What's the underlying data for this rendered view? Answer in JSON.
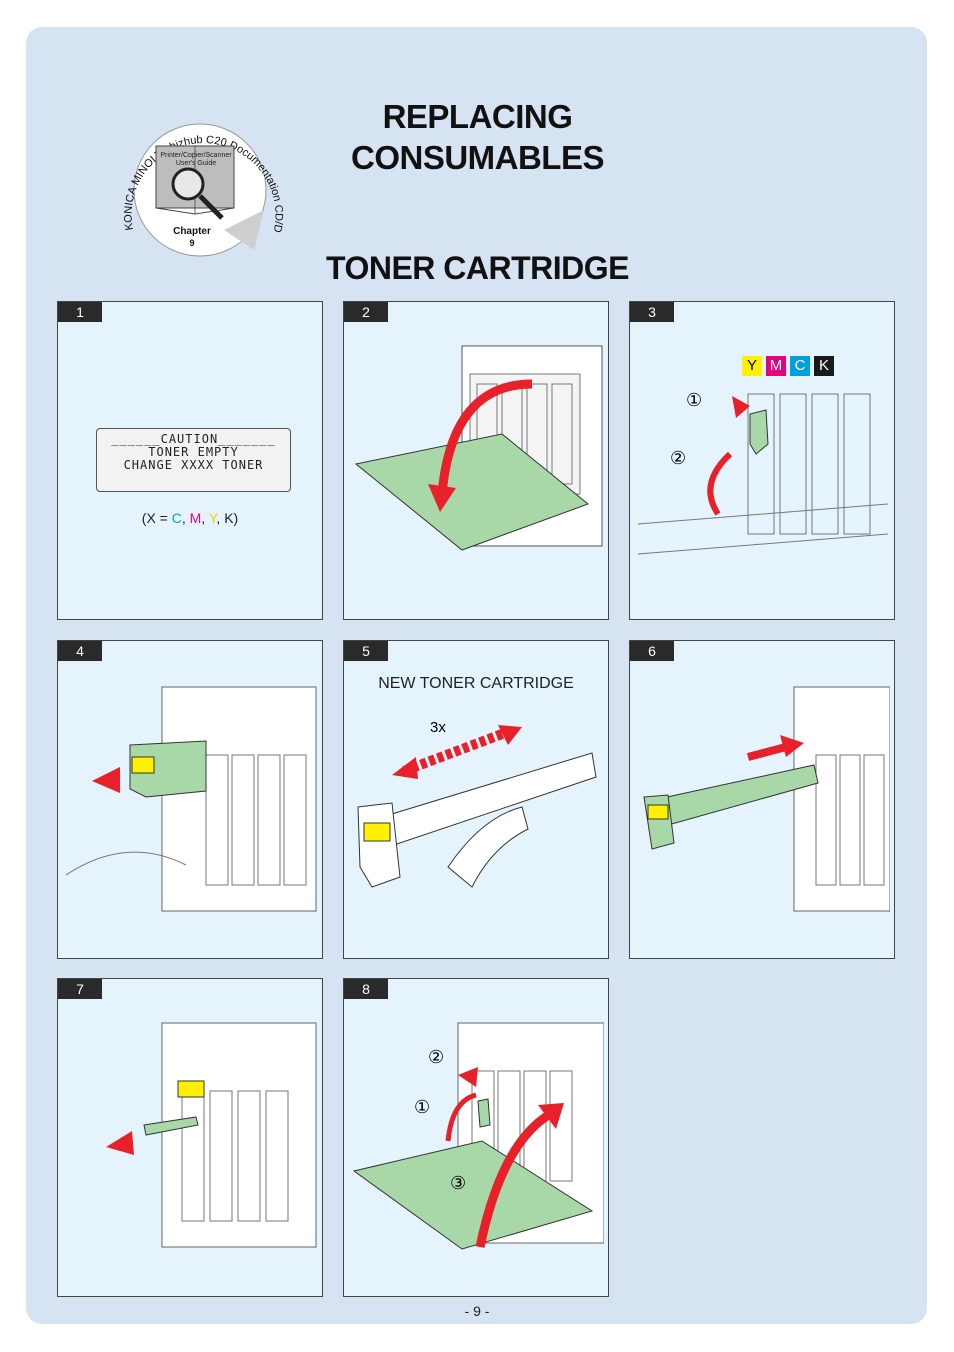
{
  "header": {
    "title_line1": "REPLACING",
    "title_line2": "CONSUMABLES",
    "section_title": "TONER CARTRIDGE"
  },
  "badge": {
    "ring_text": "KONICA MINOLTA bizhub C20 Documentation CD/DVD",
    "book_line1": "Printer/Copier/Scanner",
    "book_line2": "User's Guide",
    "chapter_label": "Chapter",
    "chapter_number": "9"
  },
  "steps": [
    {
      "number": "1"
    },
    {
      "number": "2"
    },
    {
      "number": "3"
    },
    {
      "number": "4"
    },
    {
      "number": "5"
    },
    {
      "number": "6"
    },
    {
      "number": "7"
    },
    {
      "number": "8"
    }
  ],
  "step1": {
    "lcd_line1": "______CAUTION_______",
    "lcd_line2": "TONER EMPTY",
    "lcd_line3": "CHANGE XXXX TONER",
    "x_prefix": "(X = ",
    "x_c": "C",
    "sep1": ", ",
    "x_m": "M",
    "sep2": ", ",
    "x_y": "Y",
    "sep3": ", ",
    "x_k": "K)"
  },
  "step3": {
    "color_labels": [
      "Y",
      "M",
      "C",
      "K"
    ],
    "callout1": "①",
    "callout2": "②"
  },
  "step5": {
    "label": "NEW TONER CARTRIDGE",
    "shake_count": "3x"
  },
  "step8": {
    "callout1": "①",
    "callout2": "②",
    "callout3": "③"
  },
  "footer": {
    "page_number": "- 9 -"
  },
  "colors": {
    "background": "#d5e3f3",
    "panel": "#e4f3fc",
    "accent_green": "#a9d8a8",
    "arrow_red": "#e8202a",
    "cyan": "#00a0e0",
    "magenta": "#e5007e",
    "yellow": "#fff100",
    "black": "#1a1a1a"
  },
  "icons": [
    "magnifier-book-icon",
    "printer-illustration",
    "toner-cartridge-illustration",
    "red-arrow-icon",
    "hand-illustration"
  ]
}
